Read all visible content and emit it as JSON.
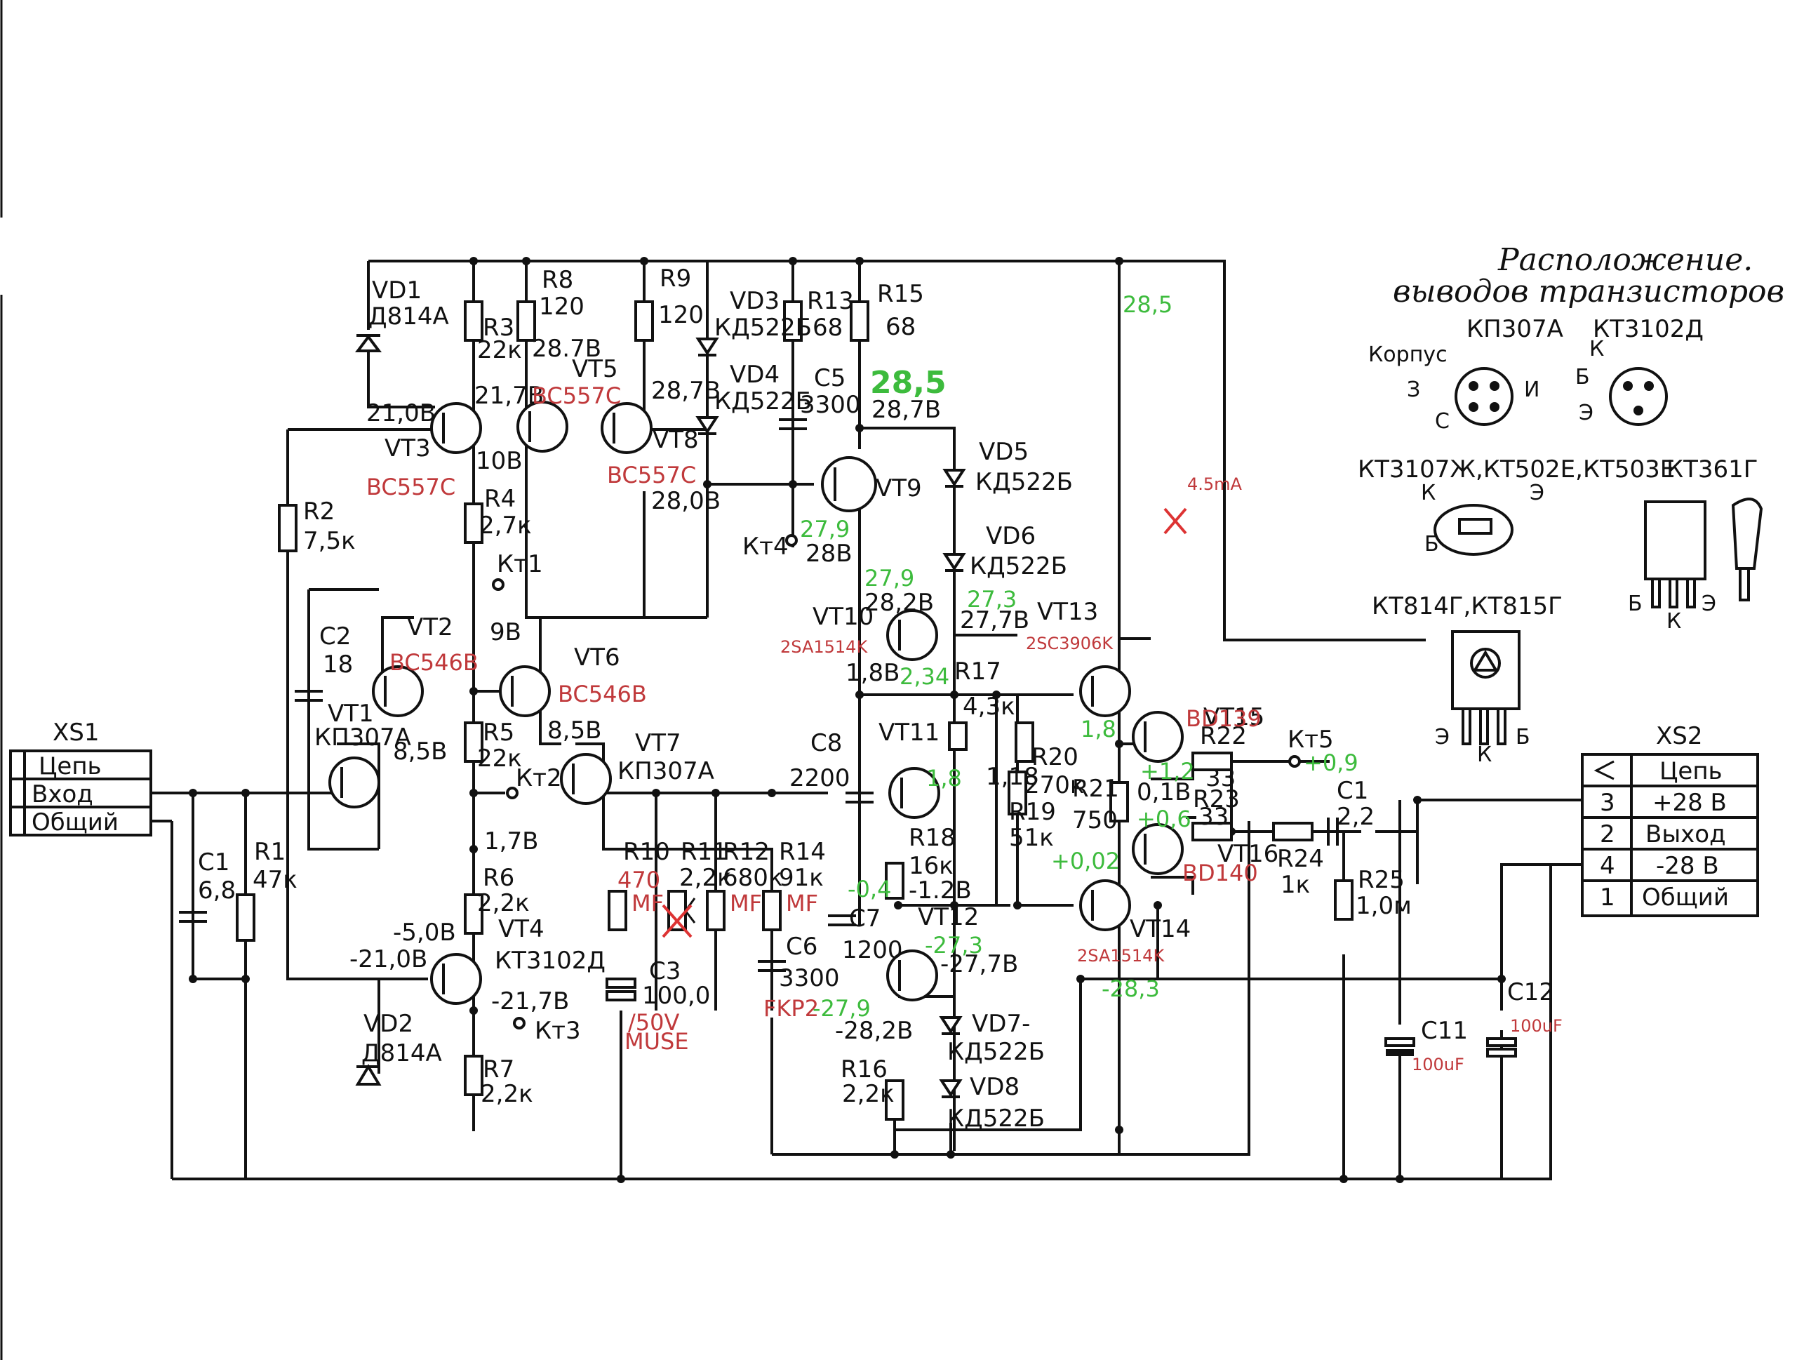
{
  "legend": {
    "title_line1": "Расположение.",
    "title_line2": "выводов транзисторов",
    "kp307a": "КП307А",
    "kt3102d": "КТ3102Д",
    "korpus": "Корпус",
    "pin_z": "З",
    "pin_i": "И",
    "pin_s": "С",
    "pin_k": "К",
    "pin_b": "Б",
    "pin_e": "Э",
    "kt3107": "КТ3107Ж,КТ502Е,КТ503Е",
    "kt361g": "КТ361Г",
    "kt814": "КТ814Г,КТ815Г"
  },
  "xs1": {
    "name": "XS1",
    "rows": [
      "Цепь",
      "Вход",
      "Общий"
    ]
  },
  "xs2": {
    "name": "XS2",
    "header": "Цепь",
    "rows": [
      {
        "num": "3",
        "label": "+28 В"
      },
      {
        "num": "2",
        "label": "Выход"
      },
      {
        "num": "4",
        "label": "-28 В"
      },
      {
        "num": "1",
        "label": "Общий"
      }
    ]
  },
  "black_labels": [
    {
      "id": "vd1",
      "text": "VD1"
    },
    {
      "id": "vd1v",
      "text": "Д814А"
    },
    {
      "id": "r3",
      "text": "R3"
    },
    {
      "id": "r3v",
      "text": "22к"
    },
    {
      "id": "r8",
      "text": "R8"
    },
    {
      "id": "r8v",
      "text": "120"
    },
    {
      "id": "r9",
      "text": "R9"
    },
    {
      "id": "r9v",
      "text": "120"
    },
    {
      "id": "vd3",
      "text": "VD3"
    },
    {
      "id": "vd3v",
      "text": "КД522Б"
    },
    {
      "id": "r13",
      "text": "R13"
    },
    {
      "id": "r13v",
      "text": "68"
    },
    {
      "id": "r15",
      "text": "R15"
    },
    {
      "id": "r15v",
      "text": "68"
    },
    {
      "id": "v287a",
      "text": "28.7В"
    },
    {
      "id": "vt5",
      "text": "VT5"
    },
    {
      "id": "vd4",
      "text": "VD4"
    },
    {
      "id": "vd4v",
      "text": "КД522Б"
    },
    {
      "id": "c5",
      "text": "C5"
    },
    {
      "id": "c5v",
      "text": "3300"
    },
    {
      "id": "v210",
      "text": "21,0В"
    },
    {
      "id": "v217",
      "text": "21,7В"
    },
    {
      "id": "v287b",
      "text": "28,7В"
    },
    {
      "id": "v287c",
      "text": "28,7В"
    },
    {
      "id": "vt3",
      "text": "VT3"
    },
    {
      "id": "v10",
      "text": "10В"
    },
    {
      "id": "vt8",
      "text": "VT8"
    },
    {
      "id": "vd5",
      "text": "VD5"
    },
    {
      "id": "vd5v",
      "text": "КД522Б"
    },
    {
      "id": "vt9",
      "text": "VT9"
    },
    {
      "id": "r4",
      "text": "R4"
    },
    {
      "id": "r4v",
      "text": "2,7к"
    },
    {
      "id": "v280",
      "text": "28,0В"
    },
    {
      "id": "r2",
      "text": "R2"
    },
    {
      "id": "r2v",
      "text": "7,5к"
    },
    {
      "id": "kt4",
      "text": "Кт4"
    },
    {
      "id": "v28",
      "text": "28В"
    },
    {
      "id": "vd6",
      "text": "VD6"
    },
    {
      "id": "vd6v",
      "text": "КД522Б"
    },
    {
      "id": "kt1",
      "text": "Кт1"
    },
    {
      "id": "c2",
      "text": "C2"
    },
    {
      "id": "c2v",
      "text": "18"
    },
    {
      "id": "vt2",
      "text": "VT2"
    },
    {
      "id": "v9",
      "text": "9В"
    },
    {
      "id": "vt10",
      "text": "VT10"
    },
    {
      "id": "v282",
      "text": "28,2В"
    },
    {
      "id": "v277",
      "text": "27,7В"
    },
    {
      "id": "vt13",
      "text": "VT13"
    },
    {
      "id": "vt6",
      "text": "VT6"
    },
    {
      "id": "v18a",
      "text": "1,8В"
    },
    {
      "id": "r17",
      "text": "R17"
    },
    {
      "id": "r17v",
      "text": "4,3к"
    },
    {
      "id": "vt1",
      "text": "VT1"
    },
    {
      "id": "vt1v",
      "text": "КП307А"
    },
    {
      "id": "r5",
      "text": "R5"
    },
    {
      "id": "r5v",
      "text": "22к"
    },
    {
      "id": "v85a",
      "text": "8,5В"
    },
    {
      "id": "v85b",
      "text": "8,5В"
    },
    {
      "id": "vt7",
      "text": "VT7"
    },
    {
      "id": "vt7v",
      "text": "КП307А"
    },
    {
      "id": "c8",
      "text": "C8"
    },
    {
      "id": "c8v",
      "text": "2200"
    },
    {
      "id": "vt11",
      "text": "VT11"
    },
    {
      "id": "vt15",
      "text": "VT15"
    },
    {
      "id": "r22",
      "text": "R22"
    },
    {
      "id": "r22v",
      "text": "33"
    },
    {
      "id": "kt5",
      "text": "Кт5"
    },
    {
      "id": "kt2",
      "text": "Кт2"
    },
    {
      "id": "r20",
      "text": "R20"
    },
    {
      "id": "r20v",
      "text": "270к"
    },
    {
      "id": "r21",
      "text": "R21"
    },
    {
      "id": "r21v",
      "text": "750"
    },
    {
      "id": "v01",
      "text": "0,1В"
    },
    {
      "id": "r23",
      "text": "R23"
    },
    {
      "id": "r23v",
      "text": "33"
    },
    {
      "id": "c1r",
      "text": "C1"
    },
    {
      "id": "c1rv",
      "text": "2,2"
    },
    {
      "id": "v118",
      "text": "1,18"
    },
    {
      "id": "r19",
      "text": "R19"
    },
    {
      "id": "r19v",
      "text": "51к"
    },
    {
      "id": "v17",
      "text": "1,7В"
    },
    {
      "id": "r10",
      "text": "R10"
    },
    {
      "id": "r11",
      "text": "R11"
    },
    {
      "id": "r11v",
      "text": "2,2к"
    },
    {
      "id": "r12",
      "text": "R12"
    },
    {
      "id": "r12v",
      "text": "680к"
    },
    {
      "id": "r14",
      "text": "R14"
    },
    {
      "id": "r14v",
      "text": "91к"
    },
    {
      "id": "c1",
      "text": "C1"
    },
    {
      "id": "c1v",
      "text": "6,8"
    },
    {
      "id": "r1",
      "text": "R1"
    },
    {
      "id": "r1v",
      "text": "47к"
    },
    {
      "id": "r6",
      "text": "R6"
    },
    {
      "id": "r6v",
      "text": "2,2к"
    },
    {
      "id": "r18",
      "text": "R18"
    },
    {
      "id": "r18v",
      "text": "16к"
    },
    {
      "id": "v12n",
      "text": "-1.2В"
    },
    {
      "id": "vt16",
      "text": "VT16"
    },
    {
      "id": "r24",
      "text": "R24"
    },
    {
      "id": "r24v",
      "text": "1к"
    },
    {
      "id": "r25",
      "text": "R25"
    },
    {
      "id": "r25v",
      "text": "1,0м"
    },
    {
      "id": "v50n",
      "text": "-5,0В"
    },
    {
      "id": "vt4",
      "text": "VT4"
    },
    {
      "id": "vt4v",
      "text": "КТ3102Д"
    },
    {
      "id": "c7",
      "text": "C7"
    },
    {
      "id": "c7v",
      "text": "1200"
    },
    {
      "id": "vt12",
      "text": "VT12"
    },
    {
      "id": "v277n",
      "text": "-27,7В"
    },
    {
      "id": "vt14",
      "text": "VT14"
    },
    {
      "id": "v210n",
      "text": "-21,0В"
    },
    {
      "id": "c6",
      "text": "C6"
    },
    {
      "id": "c6v",
      "text": "3300"
    },
    {
      "id": "c3",
      "text": "C3"
    },
    {
      "id": "c3v",
      "text": "100,0"
    },
    {
      "id": "v217n",
      "text": "-21,7В"
    },
    {
      "id": "kt3",
      "text": "Кт3"
    },
    {
      "id": "c12",
      "text": "C12"
    },
    {
      "id": "v282n",
      "text": "-28,2В"
    },
    {
      "id": "vd7",
      "text": "VD7-"
    },
    {
      "id": "vd7v",
      "text": "КД522Б"
    },
    {
      "id": "vd2",
      "text": "VD2"
    },
    {
      "id": "vd2v",
      "text": "Д814А"
    },
    {
      "id": "c11",
      "text": "C11"
    },
    {
      "id": "r7",
      "text": "R7"
    },
    {
      "id": "r7v",
      "text": "2,2к"
    },
    {
      "id": "r16",
      "text": "R16"
    },
    {
      "id": "r16v",
      "text": "2,2к"
    },
    {
      "id": "vd8",
      "text": "VD8"
    },
    {
      "id": "vd8v",
      "text": "КД522Б"
    }
  ],
  "green_labels": [
    {
      "id": "g285a",
      "text": "28,5"
    },
    {
      "id": "g285b",
      "text": "28,5"
    },
    {
      "id": "g279a",
      "text": "27,9"
    },
    {
      "id": "g279b",
      "text": "27,9"
    },
    {
      "id": "g273",
      "text": "27,3"
    },
    {
      "id": "g234",
      "text": "2,34"
    },
    {
      "id": "g18a",
      "text": "1,8"
    },
    {
      "id": "g12p",
      "text": "+1,2"
    },
    {
      "id": "g09p",
      "text": "+0,9"
    },
    {
      "id": "g18b",
      "text": "1,8"
    },
    {
      "id": "g06p",
      "text": "+0,6"
    },
    {
      "id": "g002",
      "text": "+0,02"
    },
    {
      "id": "g04n",
      "text": "-0,4"
    },
    {
      "id": "g273n",
      "text": "-27,3"
    },
    {
      "id": "g283n",
      "text": "-28,3"
    },
    {
      "id": "g279n",
      "text": "-27,9"
    }
  ],
  "red_labels": [
    {
      "id": "rvt5",
      "text": "BC557C"
    },
    {
      "id": "rvt3",
      "text": "BC557C"
    },
    {
      "id": "rvt8",
      "text": "BC557C"
    },
    {
      "id": "r45",
      "text": "4.5mA"
    },
    {
      "id": "rvt2",
      "text": "BC546B"
    },
    {
      "id": "rvt6",
      "text": "BC546B"
    },
    {
      "id": "rvt10",
      "text": "2SA1514K"
    },
    {
      "id": "rvt13",
      "text": "2SC3906K"
    },
    {
      "id": "rvt15",
      "text": "BD139"
    },
    {
      "id": "r470",
      "text": "470"
    },
    {
      "id": "rmf1",
      "text": "MF"
    },
    {
      "id": "rmf2",
      "text": "MF"
    },
    {
      "id": "rmf3",
      "text": "MF"
    },
    {
      "id": "rvt16",
      "text": "BD140"
    },
    {
      "id": "rvt14",
      "text": "2SA1514K"
    },
    {
      "id": "rfkp2",
      "text": "FKP2"
    },
    {
      "id": "r50v",
      "text": "/50V"
    },
    {
      "id": "rmuse",
      "text": "MUSE"
    },
    {
      "id": "r100uf1",
      "text": "100uF"
    },
    {
      "id": "r100uf2",
      "text": "100uF"
    }
  ]
}
